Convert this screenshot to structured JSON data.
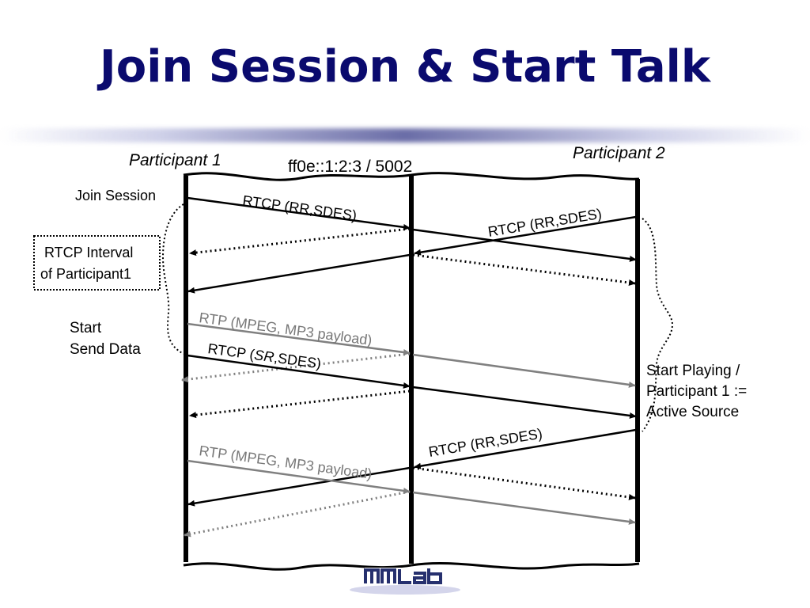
{
  "slide": {
    "title": "Join Session & Start Talk"
  },
  "diagram": {
    "participant1": "Participant 1",
    "participant2": "Participant 2",
    "group": "ff0e::1:2:3 / 5002",
    "join_session": "Join Session",
    "interval_line1": "RTCP Interval",
    "interval_line2": "of Participant1",
    "start_line1": "Start",
    "start_line2": "Send Data",
    "playing_line1": "Start Playing /",
    "playing_line2": "Participant 1 :=",
    "playing_line3": "Active Source",
    "msg_rtcp_rr_1": "RTCP (RR,SDES)",
    "msg_rtcp_rr_2": "RTCP (RR,SDES)",
    "msg_rtp_1": "RTP (MPEG, MP3 payload)",
    "msg_rtcp_sr_prefix": "RTCP (",
    "msg_rtcp_sr_italic": "SR",
    "msg_rtcp_sr_suffix": ",SDES)",
    "msg_rtcp_rr_3": "RTCP (RR,SDES)",
    "msg_rtp_2": "RTP (MPEG, MP3 payload)"
  },
  "logo": {
    "text": "MMLab"
  },
  "colors": {
    "title": "#0a0a6e",
    "arrow": "#000000",
    "rtp_arrow": "#808080"
  }
}
